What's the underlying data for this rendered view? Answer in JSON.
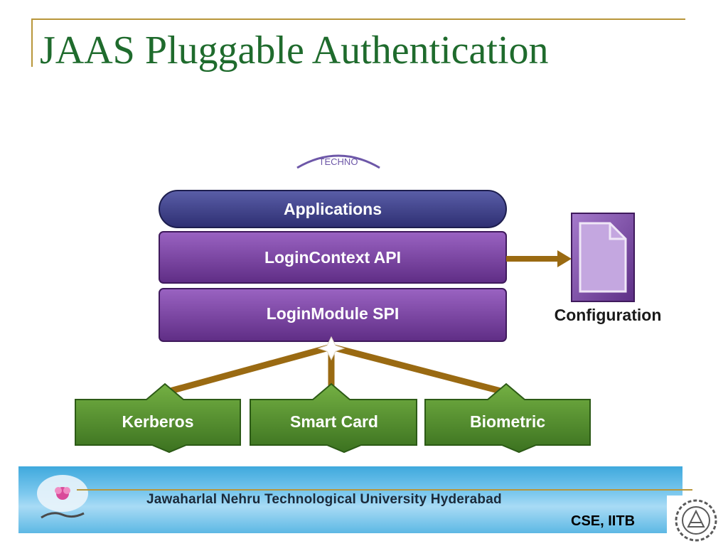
{
  "slide": {
    "title": "JAAS Pluggable Authentication"
  },
  "diagram": {
    "layers": {
      "applications": "Applications",
      "logincontext": "LoginContext API",
      "loginmodule": "LoginModule SPI"
    },
    "modules": [
      "Kerberos",
      "Smart Card",
      "Biometric"
    ],
    "configuration_label": "Configuration",
    "watermark_text": "TECHNO",
    "colors": {
      "applications": "#3c3f8a",
      "api_layers": "#7a3fa0",
      "modules": "#4e8a2b",
      "connectors": "#9a6a12",
      "config_doc": "#8c5bb5"
    }
  },
  "banner": {
    "university": "Jawaharlal Nehru Technological University Hyderabad",
    "department": "CSE, IITB"
  }
}
